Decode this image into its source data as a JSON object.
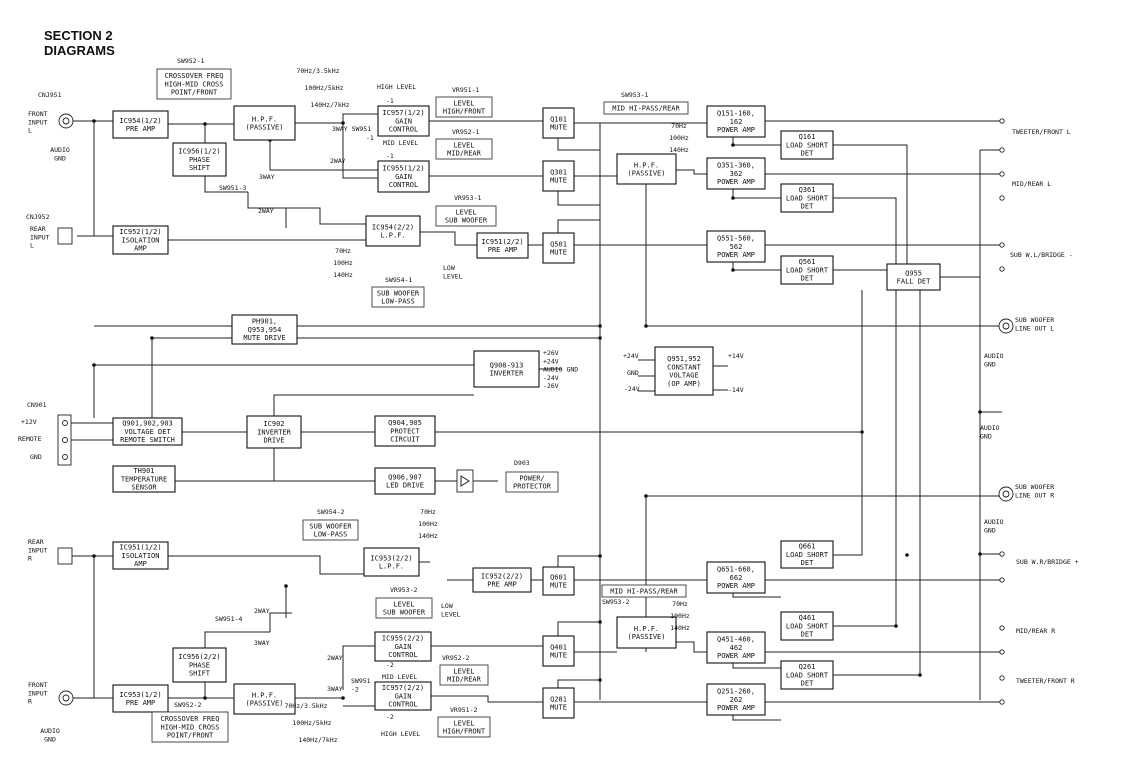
{
  "header": {
    "section": "SECTION 2",
    "title": "DIAGRAMS"
  },
  "blocks": [
    {
      "id": "ic954a",
      "lines": [
        "IC954(1/2)",
        "PRE AMP"
      ]
    },
    {
      "id": "ic956a",
      "lines": [
        "IC956(1/2)",
        "PHASE",
        "SHIFT"
      ]
    },
    {
      "id": "hpf_fl",
      "lines": [
        "H.P.F.",
        "(PASSIVE)"
      ]
    },
    {
      "id": "ic957a",
      "lines": [
        "IC957(1/2)",
        "GAIN",
        "CONTROL"
      ]
    },
    {
      "id": "ic955a",
      "lines": [
        "IC955(1/2)",
        "GAIN",
        "CONTROL"
      ]
    },
    {
      "id": "ic952a",
      "lines": [
        "IC952(1/2)",
        "ISOLATION",
        "AMP"
      ]
    },
    {
      "id": "ic954b",
      "lines": [
        "IC954(2/2)",
        "L.P.F."
      ]
    },
    {
      "id": "ic951b",
      "lines": [
        "IC951(2/2)",
        "PRE AMP"
      ]
    },
    {
      "id": "q101",
      "lines": [
        "Q101",
        "MUTE"
      ]
    },
    {
      "id": "q301",
      "lines": [
        "Q301",
        "MUTE"
      ]
    },
    {
      "id": "q501",
      "lines": [
        "Q501",
        "MUTE"
      ]
    },
    {
      "id": "hpf_r1",
      "lines": [
        "H.P.F.",
        "(PASSIVE)"
      ]
    },
    {
      "id": "q151",
      "lines": [
        "Q151-160,",
        "162",
        "POWER AMP"
      ]
    },
    {
      "id": "q351",
      "lines": [
        "Q351-360,",
        "362",
        "POWER AMP"
      ]
    },
    {
      "id": "q551",
      "lines": [
        "Q551-560,",
        "562",
        "POWER AMP"
      ]
    },
    {
      "id": "q161",
      "lines": [
        "Q161",
        "LOAD SHORT",
        "DET"
      ]
    },
    {
      "id": "q361",
      "lines": [
        "Q361",
        "LOAD SHORT",
        "DET"
      ]
    },
    {
      "id": "q561",
      "lines": [
        "Q561",
        "LOAD SHORT",
        "DET"
      ]
    },
    {
      "id": "q955",
      "lines": [
        "Q955",
        "FALL DET"
      ]
    },
    {
      "id": "ph901",
      "lines": [
        "PH901,",
        "Q953,954",
        "MUTE DRIVE"
      ]
    },
    {
      "id": "q908",
      "lines": [
        "Q908-913",
        "INVERTER"
      ]
    },
    {
      "id": "q951c",
      "lines": [
        "Q951,952",
        "CONSTANT",
        "VOLTAGE",
        "(OP AMP)"
      ]
    },
    {
      "id": "q901",
      "lines": [
        "Q901,902,903",
        "VOLTAGE DET",
        "REMOTE SWITCH"
      ]
    },
    {
      "id": "ic902",
      "lines": [
        "IC902",
        "INVERTER",
        "DRIVE"
      ]
    },
    {
      "id": "q904",
      "lines": [
        "Q904,905",
        "PROTECT",
        "CIRCUIT"
      ]
    },
    {
      "id": "th901",
      "lines": [
        "TH901",
        "TEMPERATURE",
        "SENSOR"
      ]
    },
    {
      "id": "q906",
      "lines": [
        "Q906,907",
        "LED DRIVE"
      ]
    },
    {
      "id": "ic951a",
      "lines": [
        "IC951(1/2)",
        "ISOLATION",
        "AMP"
      ]
    },
    {
      "id": "ic953b",
      "lines": [
        "IC953(2/2)",
        "L.P.F."
      ]
    },
    {
      "id": "ic952b",
      "lines": [
        "IC952(2/2)",
        "PRE AMP"
      ]
    },
    {
      "id": "q601",
      "lines": [
        "Q601",
        "MUTE"
      ]
    },
    {
      "id": "ic955b",
      "lines": [
        "IC955(2/2)",
        "GAIN",
        "CONTROL"
      ]
    },
    {
      "id": "ic957b",
      "lines": [
        "IC957(2/2)",
        "GAIN",
        "CONTROL"
      ]
    },
    {
      "id": "ic956b",
      "lines": [
        "IC956(2/2)",
        "PHASE",
        "SHIFT"
      ]
    },
    {
      "id": "ic953a",
      "lines": [
        "IC953(1/2)",
        "PRE AMP"
      ]
    },
    {
      "id": "hpf_fr",
      "lines": [
        "H.P.F.",
        "(PASSIVE)"
      ]
    },
    {
      "id": "q401",
      "lines": [
        "Q401",
        "MUTE"
      ]
    },
    {
      "id": "q281",
      "lines": [
        "Q281",
        "MUTE"
      ]
    },
    {
      "id": "hpf_r2",
      "lines": [
        "H.P.F.",
        "(PASSIVE)"
      ]
    },
    {
      "id": "q651",
      "lines": [
        "Q651-660,",
        "662",
        "POWER AMP"
      ]
    },
    {
      "id": "q451",
      "lines": [
        "Q451-460,",
        "462",
        "POWER AMP"
      ]
    },
    {
      "id": "q251",
      "lines": [
        "Q251-260,",
        "262",
        "POWER AMP"
      ]
    },
    {
      "id": "q661",
      "lines": [
        "Q661",
        "LOAD SHORT",
        "DET"
      ]
    },
    {
      "id": "q461",
      "lines": [
        "Q461",
        "LOAD SHORT",
        "DET"
      ]
    },
    {
      "id": "q261",
      "lines": [
        "Q261",
        "LOAD SHORT",
        "DET"
      ]
    }
  ],
  "labelBoxes": [
    {
      "id": "sw9521box",
      "lines": [
        "CROSSOVER FREQ",
        "HIGH-MID CROSS",
        "POINT/FRONT"
      ]
    },
    {
      "id": "vr9511box",
      "lines": [
        "LEVEL",
        "HIGH/FRONT"
      ]
    },
    {
      "id": "vr9521box",
      "lines": [
        "LEVEL",
        "MID/REAR"
      ]
    },
    {
      "id": "vr9531box",
      "lines": [
        "LEVEL",
        "SUB WOOFER"
      ]
    },
    {
      "id": "sw9541box",
      "lines": [
        "SUB WOOFER",
        "LOW-PASS"
      ]
    },
    {
      "id": "sw9531box",
      "lines": [
        "MID HI-PASS/REAR"
      ]
    },
    {
      "id": "d903box",
      "lines": [
        "POWER/",
        "PROTECTOR"
      ]
    },
    {
      "id": "sw9542box",
      "lines": [
        "SUB WOOFER",
        "LOW-PASS"
      ]
    },
    {
      "id": "vr9532box",
      "lines": [
        "LEVEL",
        "SUB WOOFER"
      ]
    },
    {
      "id": "sw9532box",
      "lines": [
        "MID HI-PASS/REAR"
      ]
    },
    {
      "id": "vr9522box",
      "lines": [
        "LEVEL",
        "MID/REAR"
      ]
    },
    {
      "id": "vr9512box",
      "lines": [
        "LEVEL",
        "HIGH/FRONT"
      ]
    },
    {
      "id": "sw9522box",
      "lines": [
        "CROSSOVER FREQ",
        "HIGH-MID CROSS",
        "POINT/FRONT"
      ]
    }
  ],
  "texts": [
    {
      "id": "cnj951",
      "lines": [
        "CNJ951"
      ]
    },
    {
      "id": "front_in_l",
      "lines": [
        "FRONT",
        "INPUT",
        "L"
      ]
    },
    {
      "id": "agnd1",
      "lines": [
        "AUDIO",
        "GND"
      ]
    },
    {
      "id": "cnj952",
      "lines": [
        "CNJ952"
      ]
    },
    {
      "id": "rear_in_l",
      "lines": [
        "REAR",
        "INPUT",
        "L"
      ]
    },
    {
      "id": "sw9521",
      "lines": [
        "SW952-1"
      ]
    },
    {
      "id": "freq1",
      "lines": [
        "70Hz/3.5kHz",
        "100Hz/5kHz",
        "140Hz/7kHz"
      ]
    },
    {
      "id": "highlevel1",
      "lines": [
        "HIGH LEVEL"
      ]
    },
    {
      "id": "vr9511",
      "lines": [
        "VR951-1"
      ]
    },
    {
      "id": "vr9521",
      "lines": [
        "VR952-1"
      ]
    },
    {
      "id": "midlevel1",
      "lines": [
        "MID LEVEL"
      ]
    },
    {
      "id": "m1a",
      "lines": [
        "-1"
      ]
    },
    {
      "id": "m1b",
      "lines": [
        "-1"
      ]
    },
    {
      "id": "way3a",
      "lines": [
        "3WAY SW951"
      ]
    },
    {
      "id": "way3a2",
      "lines": [
        "-1"
      ]
    },
    {
      "id": "way2a",
      "lines": [
        "2WAY"
      ]
    },
    {
      "id": "sw9513",
      "lines": [
        "SW951-3"
      ]
    },
    {
      "id": "way3b",
      "lines": [
        "3WAY"
      ]
    },
    {
      "id": "way2b",
      "lines": [
        "2WAY"
      ]
    },
    {
      "id": "vr9531",
      "lines": [
        "VR953-1"
      ]
    },
    {
      "id": "lpf_f1",
      "lines": [
        "70Hz",
        "100Hz",
        "140Hz"
      ]
    },
    {
      "id": "sw9541",
      "lines": [
        "SW954-1"
      ]
    },
    {
      "id": "lowlevel1",
      "lines": [
        "LOW",
        "LEVEL"
      ]
    },
    {
      "id": "sw9531",
      "lines": [
        "SW953-1"
      ]
    },
    {
      "id": "hpfr1f",
      "lines": [
        "70Hz",
        "100Hz",
        "140Hz"
      ]
    },
    {
      "id": "out_tw_l",
      "lines": [
        "TWEETER/FRONT L"
      ]
    },
    {
      "id": "out_mid_l",
      "lines": [
        "MID/REAR L"
      ]
    },
    {
      "id": "out_sub_l",
      "lines": [
        "SUB W.L/BRIDGE -"
      ]
    },
    {
      "id": "sub_out_l",
      "lines": [
        "SUB WOOFER",
        "LINE OUT L"
      ]
    },
    {
      "id": "agnd2",
      "lines": [
        "AUDIO",
        "GND"
      ]
    },
    {
      "id": "agnd3",
      "lines": [
        "AUDIO",
        "GND"
      ]
    },
    {
      "id": "sub_out_r",
      "lines": [
        "SUB WOOFER",
        "LINE OUT R"
      ]
    },
    {
      "id": "agnd4",
      "lines": [
        "AUDIO",
        "GND"
      ]
    },
    {
      "id": "out_sub_r",
      "lines": [
        "SUB W.R/BRIDGE +"
      ]
    },
    {
      "id": "out_mid_r",
      "lines": [
        "MID/REAR R"
      ]
    },
    {
      "id": "out_tw_r",
      "lines": [
        "TWEETER/FRONT R"
      ]
    },
    {
      "id": "inv_out",
      "lines": [
        "+26V",
        "+24V",
        "AUDIO GND",
        "-24V",
        "-26V"
      ]
    },
    {
      "id": "cv_in1",
      "lines": [
        "+24V"
      ]
    },
    {
      "id": "cv_in2",
      "lines": [
        "GND"
      ]
    },
    {
      "id": "cv_in3",
      "lines": [
        "-24V"
      ]
    },
    {
      "id": "cv_out1",
      "lines": [
        "+14V"
      ]
    },
    {
      "id": "cv_out2",
      "lines": [
        "-14V"
      ]
    },
    {
      "id": "cn901",
      "lines": [
        "CN901"
      ]
    },
    {
      "id": "p12v",
      "lines": [
        "+12V"
      ]
    },
    {
      "id": "remote",
      "lines": [
        "REMOTE"
      ]
    },
    {
      "id": "gnd",
      "lines": [
        "GND"
      ]
    },
    {
      "id": "d903",
      "lines": [
        "D903"
      ]
    },
    {
      "id": "rear_in_r",
      "lines": [
        "REAR",
        "INPUT",
        "R"
      ]
    },
    {
      "id": "sw9542",
      "lines": [
        "SW954-2"
      ]
    },
    {
      "id": "lpf_f2",
      "lines": [
        "70Hz",
        "100Hz",
        "140Hz"
      ]
    },
    {
      "id": "vr9532",
      "lines": [
        "VR953-2"
      ]
    },
    {
      "id": "lowlevel2",
      "lines": [
        "LOW",
        "LEVEL"
      ]
    },
    {
      "id": "way2c",
      "lines": [
        "2WAY"
      ]
    },
    {
      "id": "sw9514",
      "lines": [
        "SW951-4"
      ]
    },
    {
      "id": "way3c",
      "lines": [
        "3WAY"
      ]
    },
    {
      "id": "sw9532",
      "lines": [
        "SW953-2"
      ]
    },
    {
      "id": "hpfr2f",
      "lines": [
        "70Hz",
        "100Hz",
        "140Hz"
      ]
    },
    {
      "id": "way2d",
      "lines": [
        "2WAY"
      ]
    },
    {
      "id": "way3d",
      "lines": [
        "3WAY"
      ]
    },
    {
      "id": "sw9512",
      "lines": [
        "SW951",
        "-2"
      ]
    },
    {
      "id": "m2a",
      "lines": [
        "-2"
      ]
    },
    {
      "id": "m2b",
      "lines": [
        "-2"
      ]
    },
    {
      "id": "midlevel2",
      "lines": [
        "MID LEVEL"
      ]
    },
    {
      "id": "vr9522",
      "lines": [
        "VR952-2"
      ]
    },
    {
      "id": "highlevel2",
      "lines": [
        "HIGH LEVEL"
      ]
    },
    {
      "id": "vr9512",
      "lines": [
        "VR951-2"
      ]
    },
    {
      "id": "front_in_r",
      "lines": [
        "FRONT",
        "INPUT",
        "R"
      ]
    },
    {
      "id": "agnd5",
      "lines": [
        "AUDIO",
        "GND"
      ]
    },
    {
      "id": "sw9522",
      "lines": [
        "SW952-2"
      ]
    },
    {
      "id": "freq2",
      "lines": [
        "70Hz/3.5kHz",
        "100Hz/5kHz",
        "140Hz/7kHz"
      ]
    }
  ]
}
